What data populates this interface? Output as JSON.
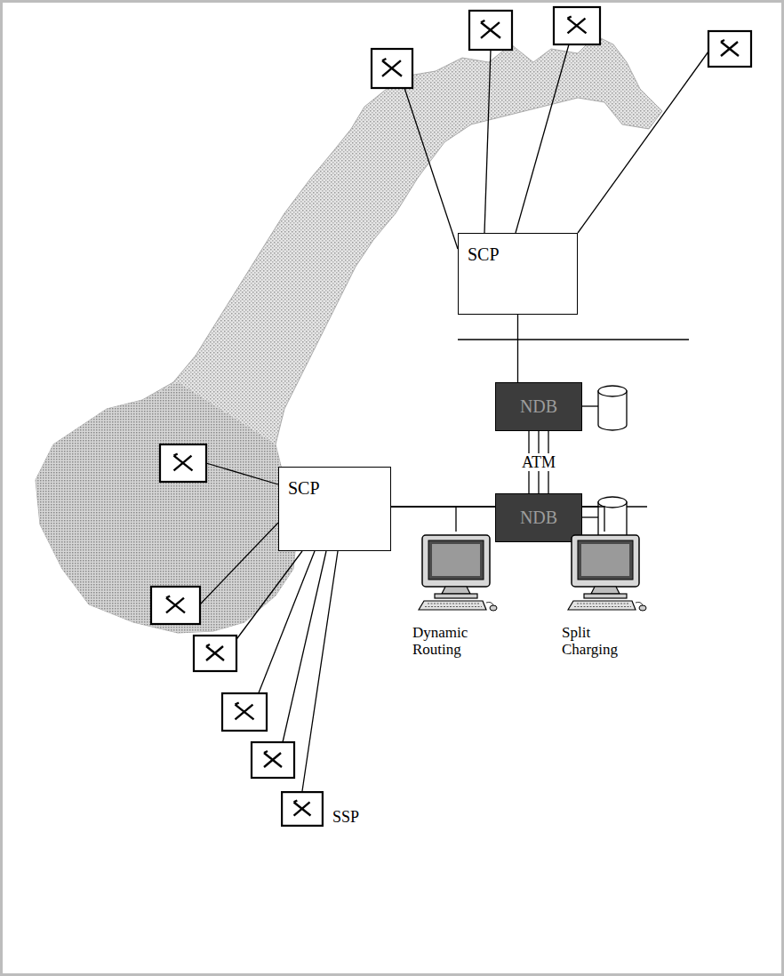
{
  "diagram": {
    "nodes": [
      {
        "text": [
          "SCP"
        ]
      },
      {
        "text": [
          "NDB"
        ]
      },
      {
        "text": [
          "NDB"
        ]
      },
      {
        "text": [
          "SCP"
        ]
      },
      {
        "text": [
          "Dynamic Routing"
        ]
      },
      {
        "text": [
          "Split Charging"
        ]
      },
      {
        "text": [
          "SSP"
        ]
      }
    ],
    "edges": [
      {
        "from": 0,
        "to": 1,
        "arrow": "none"
      },
      {
        "from": 1,
        "to": 2,
        "arrow": "none"
      },
      {
        "from": 1,
        "to": 2,
        "label": "ATM",
        "arrow": "none"
      },
      {
        "from": 1,
        "to": 2,
        "arrow": "none"
      },
      {
        "from": 3,
        "to": 2,
        "arrow": "none"
      },
      {
        "from": 3,
        "to": 4,
        "arrow": "none"
      },
      {
        "from": 3,
        "to": 5,
        "arrow": "none"
      },
      {
        "from": 3,
        "to": 6,
        "arrow": "none"
      }
    ]
  }
}
